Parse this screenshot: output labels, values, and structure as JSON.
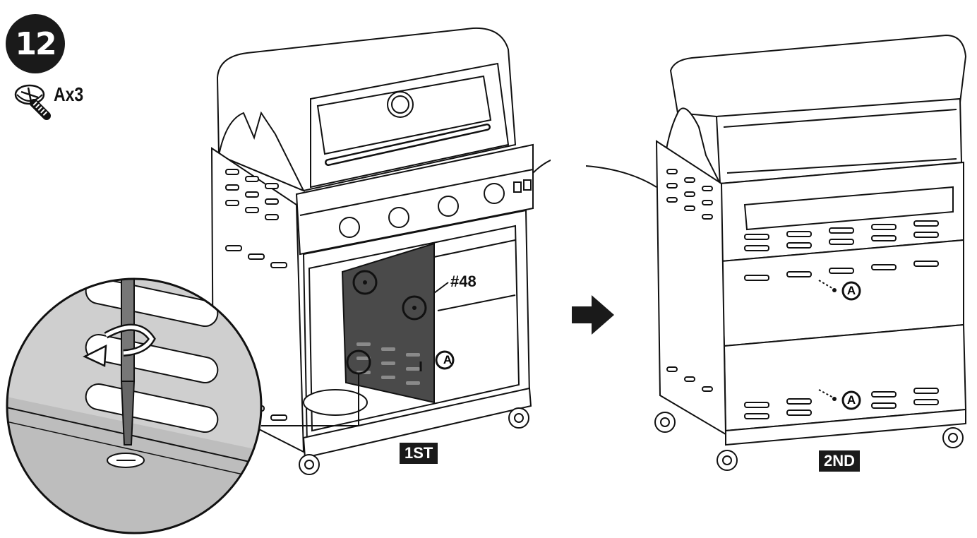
{
  "step": {
    "number": "12"
  },
  "hardware": {
    "icon": "screw-icon",
    "label": "Ax3"
  },
  "callouts": {
    "part_number": "#48",
    "screw_letter": "A"
  },
  "order": {
    "first": "1ST",
    "second": "2ND"
  },
  "arrow": {
    "icon": "right-arrow-icon"
  },
  "colors": {
    "ink": "#1a1a1a",
    "panel": "#4a4a4a",
    "zoom_fill": "#cfcfcf",
    "paper": "#ffffff"
  }
}
